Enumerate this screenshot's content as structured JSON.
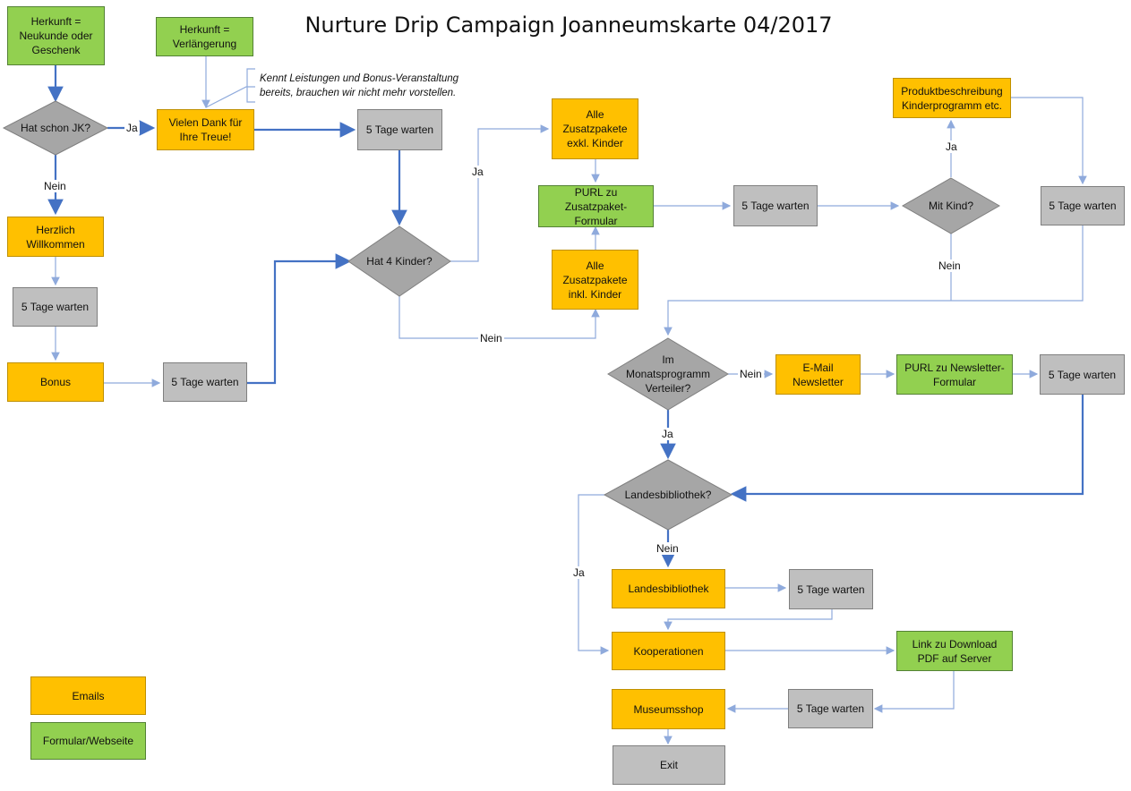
{
  "title": "Nurture Drip Campaign Joanneumskarte 04/2017",
  "note": "Kennt Leistungen und Bonus-Veranstaltung\nbereits, brauchen wir nicht mehr vorstellen.",
  "colors": {
    "email": "#ffc000",
    "form": "#92d050",
    "wait": "#bfbfbf",
    "decision": "#a6a6a6",
    "flow_thick": "#4472c4",
    "flow_thin": "#8faadc"
  },
  "nodes": {
    "herkunft_neu": "Herkunft  =\nNeukunde oder\nGeschenk",
    "herkunft_verl": "Herkunft  =\nVerlängerung",
    "hat_jk": "Hat schon JK?",
    "vielen_dank": "Vielen Dank für\nIhre Treue!",
    "wait1": "5 Tage warten",
    "herzlich": "Herzlich\nWillkommen",
    "wait2": "5 Tage warten",
    "bonus": "Bonus",
    "wait3": "5 Tage warten",
    "hat4": "Hat 4 Kinder?",
    "alle_exkl": "Alle\nZusatzpakete\nexkl. Kinder",
    "purl_zusatz": "PURL zu Zusatzpaket-\nFormular",
    "alle_inkl": "Alle\nZusatzpakete\ninkl. Kinder",
    "wait4": "5 Tage warten",
    "mit_kind": "Mit Kind?",
    "produkt": "Produktbeschreibung\nKinderprogramm etc.",
    "wait5": "5 Tage warten",
    "monats": "Im\nMonatsprogramm\nVerteiler?",
    "email_news": "E-Mail\nNewsletter",
    "purl_news": "PURL zu Newsletter-\nFormular",
    "wait6": "5 Tage warten",
    "landes_q": "Landesbibliothek?",
    "landes": "Landesbibliothek",
    "wait7": "5 Tage warten",
    "koop": "Kooperationen",
    "link_pdf": "Link zu Download\nPDF auf Server",
    "museum": "Museumsshop",
    "wait8": "5 Tage warten",
    "exit": "Exit"
  },
  "edge_labels": {
    "ja_jk": "Ja",
    "nein_jk": "Nein",
    "ja_hat4": "Ja",
    "nein_hat4": "Nein",
    "ja_kind": "Ja",
    "nein_kind": "Nein",
    "nein_monats": "Nein",
    "ja_monats": "Ja",
    "nein_landes": "Nein",
    "ja_landes": "Ja"
  },
  "legend": {
    "emails": "Emails",
    "formular": "Formular/Webseite"
  }
}
